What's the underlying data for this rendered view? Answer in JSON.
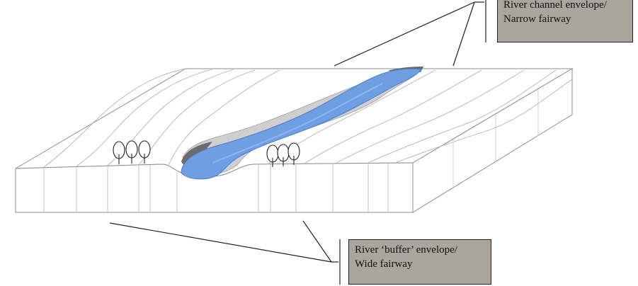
{
  "labels": {
    "narrow": {
      "line1": "River channel envelope/",
      "line2": "Narrow fairway"
    },
    "wide": {
      "line1": "River ‘buffer’ envelope/",
      "line2": "Wide fairway"
    }
  },
  "colors": {
    "river": "#6e9fe3",
    "river_edge": "#4a7fc9",
    "gravel": "#c9c9c9",
    "label_fill": "#aba59e",
    "line": "#9a9a9a"
  },
  "icons": [
    "tree-icon"
  ]
}
